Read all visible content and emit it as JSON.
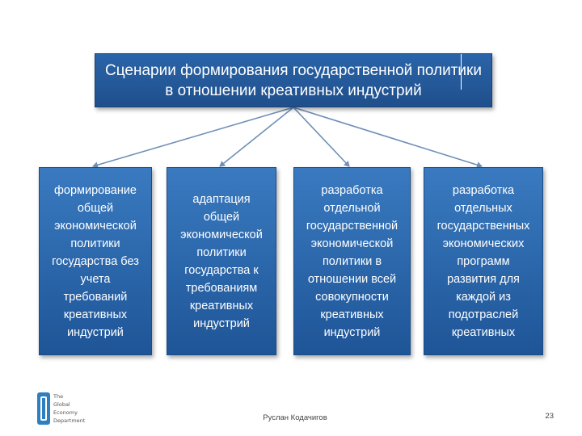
{
  "title": "Сценарии формирования государственной политики в отношении креативных индустрий",
  "scenarios": [
    "формирование\nобщей\nэкономической\nполитики\nгосударства без\nучета\nтребований\nкреативных\nиндустрий",
    "адаптация\nобщей\nэкономической\nполитики\nгосударства к\nтребованиям\nкреативных\nиндустрий",
    "разработка\nотдельной\nгосударственной\nэкономической\nполитики в\nотношении всей\nсовокупности\nкреативных\nиндустрий",
    "разработка\nотдельных\nгосударственных\nэкономических\nпрограмм\nразвития для\nкаждой из\nподотраслей\nкреативных"
  ],
  "logo": {
    "lines": [
      "The",
      "Global",
      "Economy",
      "Department"
    ]
  },
  "footer": {
    "author": "Руслан Кодачигов",
    "page": "23"
  },
  "colors": {
    "box_top": "#2a64a8",
    "box_bottom": "#1f4f8c",
    "card_top": "#3a7ac0",
    "card_bottom": "#1e5597",
    "connector": "#6f8fb8",
    "logo": "#2f7fbf"
  }
}
